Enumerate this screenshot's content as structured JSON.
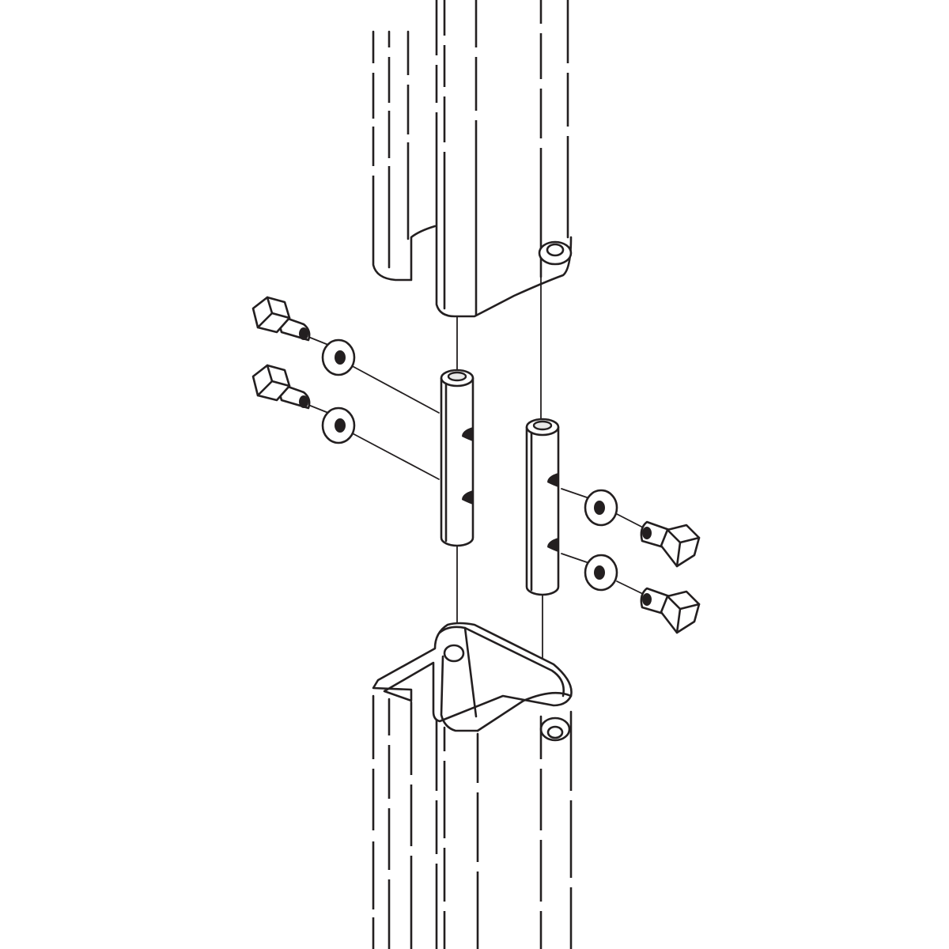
{
  "diagram": {
    "type": "exploded-assembly-illustration",
    "parts": {
      "upper_post": "upper-post-section",
      "lower_post": "lower-post-section",
      "splice_pins": [
        "left-splice-pin",
        "right-splice-pin"
      ],
      "bolts": [
        "bolt-left-top",
        "bolt-left-bottom",
        "bolt-right-top",
        "bolt-right-bottom"
      ],
      "washers": [
        "washer-left-top",
        "washer-left-bottom",
        "washer-right-top",
        "washer-right-bottom"
      ]
    },
    "colors": {
      "line": "#231f20",
      "background": "#ffffff",
      "shade": "#e8e8e8"
    }
  }
}
